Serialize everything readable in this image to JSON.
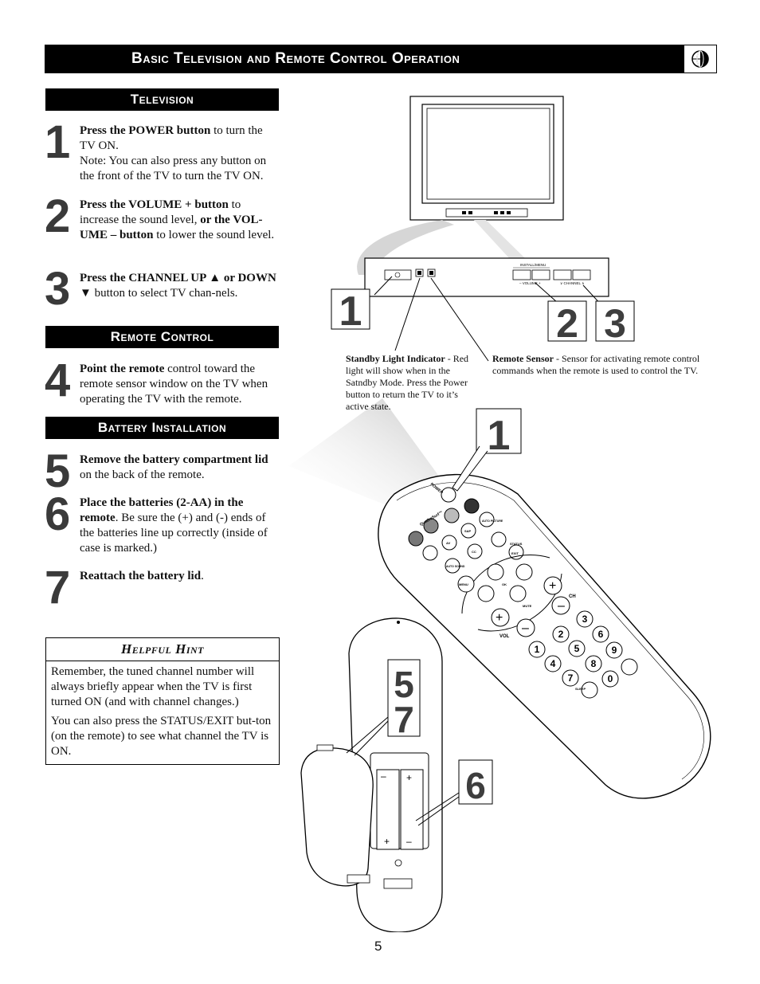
{
  "header": {
    "title": "Basic Television and Remote Control Operation",
    "icon": "globe-icon"
  },
  "sections": {
    "television": "Television",
    "remote_control": "Remote Control",
    "battery_installation": "Battery Installation"
  },
  "steps": [
    {
      "num": "1",
      "bold": "Press the POWER button",
      "text": " to turn the TV ON.",
      "note": "Note: You can also press any button on the front of the TV to turn the TV ON."
    },
    {
      "num": "2",
      "bold": "Press the VOLUME + button",
      "text": " to increase the sound level, ",
      "bold2": "or the VOL-UME – button",
      "text2": " to lower the sound level."
    },
    {
      "num": "3",
      "bold": "Press the CHANNEL UP ▲ or DOWN ▼",
      "text": " button to select TV chan-nels."
    },
    {
      "num": "4",
      "bold": "Point the remote",
      "text": " control toward the remote sensor window on the TV when operating the TV with the remote."
    },
    {
      "num": "5",
      "bold": "Remove the battery compartment lid",
      "text": " on the back of the remote."
    },
    {
      "num": "6",
      "bold": "Place the batteries (2-AA) in the remote",
      "text": ". Be sure the (+) and (-) ends of the batteries line up correctly (inside of case is marked.)"
    },
    {
      "num": "7",
      "bold": "Reattach the battery lid",
      "text": "."
    }
  ],
  "hint": {
    "title": "Helpful Hint",
    "p1": "Remember, the tuned channel number will always briefly appear when the TV is first turned ON (and with channel changes.)",
    "p2": "You can also press the STATUS/EXIT but-ton (on the remote) to see what channel the TV is ON."
  },
  "callouts": {
    "standby_bold": "Standby Light Indicator",
    "standby_text": " - Red light will show when in the Satndby Mode. Press the Power button to return the TV to it’s active state.",
    "sensor_bold": "Remote Sensor",
    "sensor_text": " - Sensor for activating remote control commands when the remote is used to control the TV."
  },
  "diagram_numbers": {
    "panel_1": "1",
    "panel_2": "2",
    "panel_3": "3",
    "remote_1": "1",
    "remote_5": "5",
    "remote_7": "7",
    "remote_6": "6"
  },
  "panel_labels": {
    "install_menu": "INSTALL/MENU",
    "volume": "– VOLUME +",
    "channel": "∨ CHANNEL ∧"
  },
  "remote_labels": {
    "power": "POWER",
    "quadrasurf": "QuadraSurf™",
    "av": "AV",
    "ch": "CH",
    "vol": "VOL",
    "menu": "MENU",
    "mute": "MUTE",
    "sleep": "SLEEP",
    "exit": "EXIT",
    "status": "STATUS",
    "cc": "CC",
    "auto_picture": "AUTO PICTURE",
    "auto_sound": "AUTO SOUND",
    "sap": "SAP",
    "ok": "OK",
    "digits": [
      "1",
      "2",
      "3",
      "4",
      "5",
      "6",
      "7",
      "8",
      "9",
      "0"
    ]
  },
  "page_number": "5"
}
